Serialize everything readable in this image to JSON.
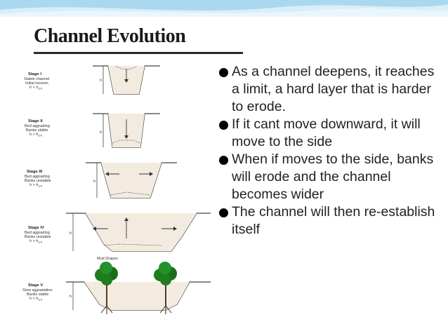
{
  "slide": {
    "title": "Channel Evolution",
    "bullets": [
      "As a channel deepens, it reaches a limit, a hard layer that is harder to erode.",
      "If it cant move downward, it will move to the side",
      "When if moves to the side, banks will erode and the channel becomes wider",
      "The channel will then re-establish itself"
    ]
  },
  "diagram": {
    "stages": [
      {
        "name": "Stage I",
        "l1": "Stable channel",
        "l2": "Initial incision",
        "l3": "h < h",
        "sub": "crit"
      },
      {
        "name": "Stage II",
        "l1": "Bed aggrading",
        "l2": "Banks stable",
        "l3": "h > h",
        "sub": "crit"
      },
      {
        "name": "Stage III",
        "l1": "Bed aggrading",
        "l2": "Banks unstable",
        "l3": "h > h",
        "sub": "crit"
      },
      {
        "name": "Stage IV",
        "l1": "Bed aggrading",
        "l2": "Banks unstable",
        "l3": "h > h",
        "sub": "crit"
      },
      {
        "name": "Stage V",
        "l1": "Slow aggradation",
        "l2": "Banks stable",
        "l3": "h < h",
        "sub": "crit"
      }
    ],
    "h_label": "h",
    "mud_label": "Mud Drapes"
  },
  "colors": {
    "banner": "#bfe3f4",
    "ground": "#e9dccb",
    "tree": "#1e7d1e"
  }
}
